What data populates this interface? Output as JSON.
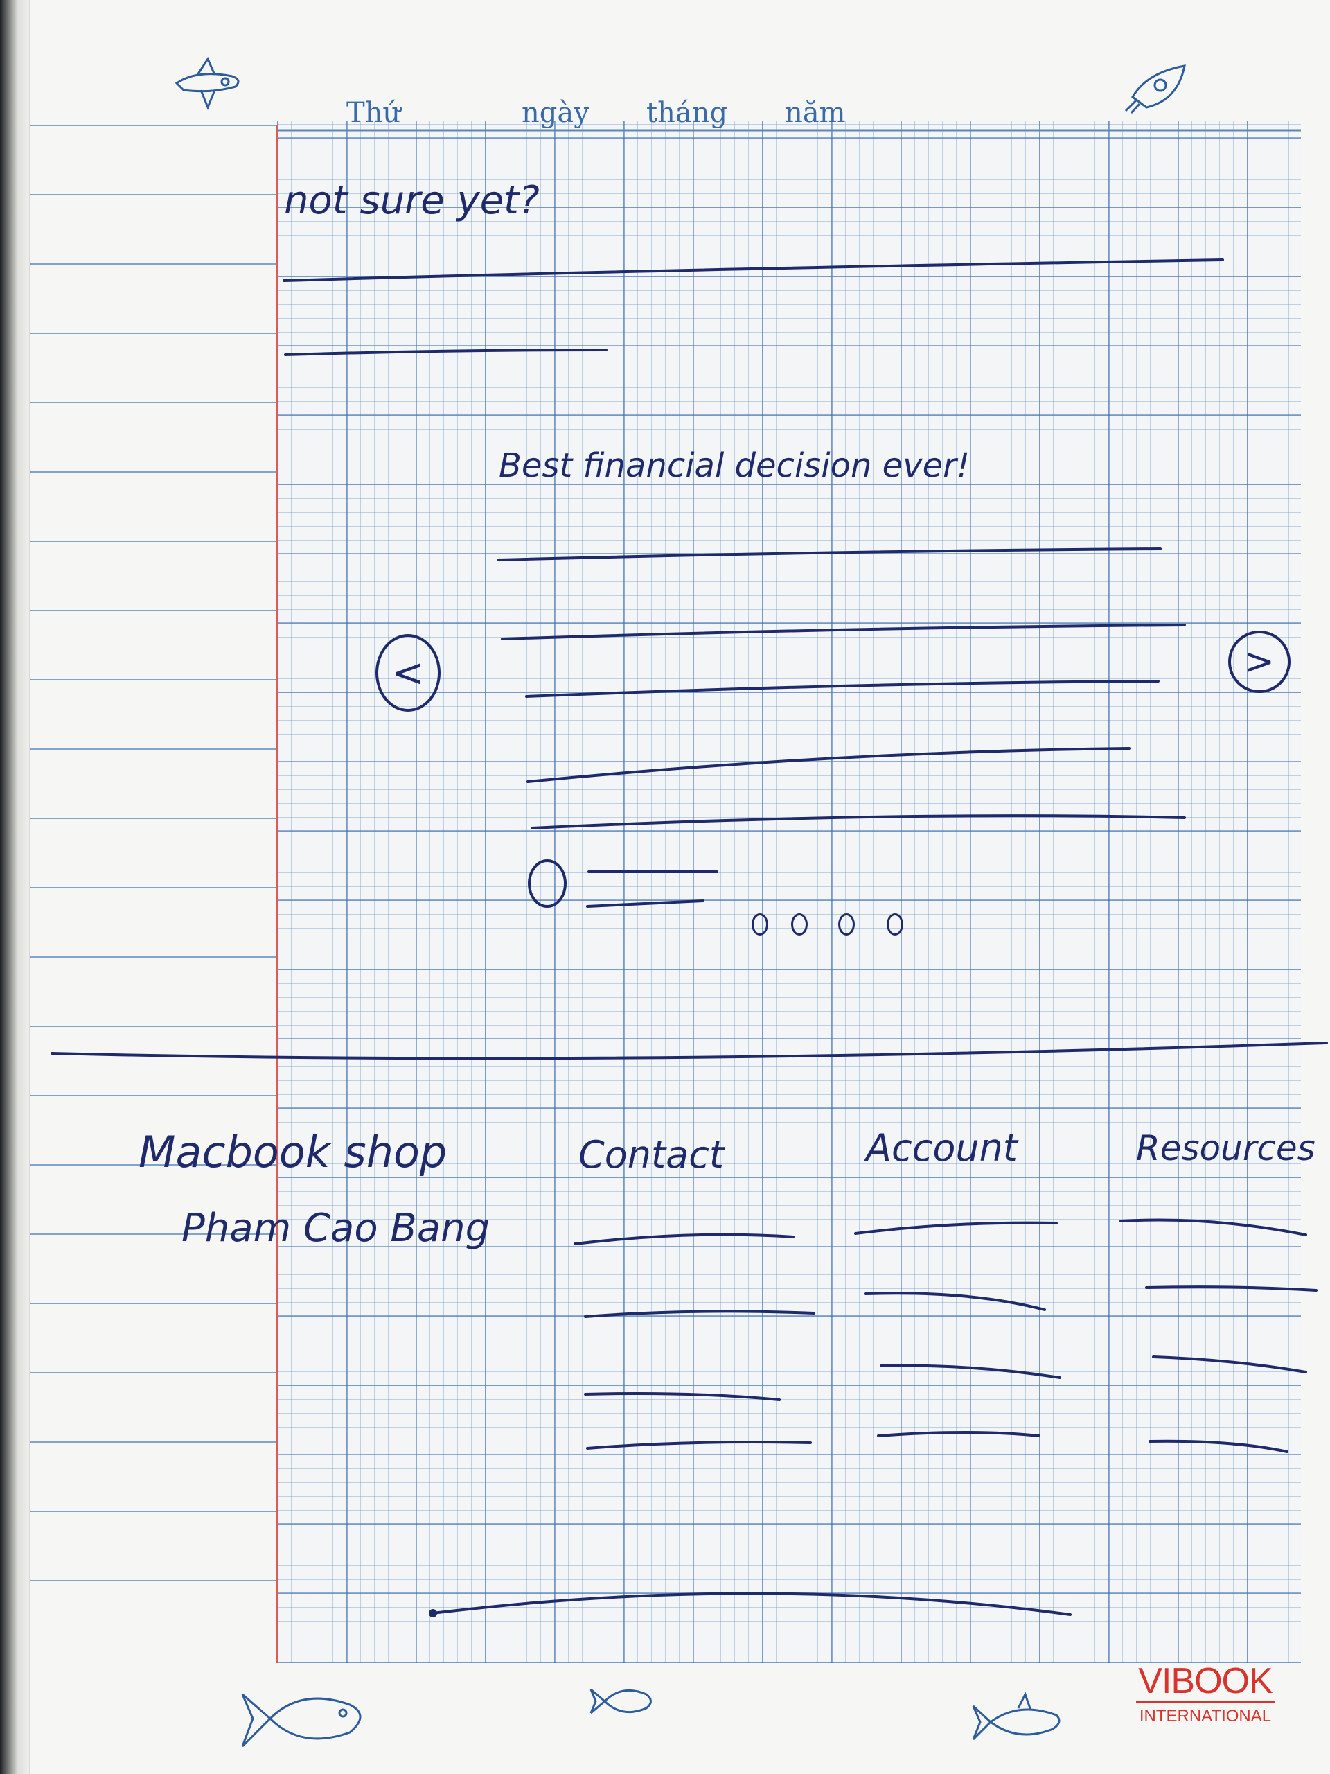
{
  "notebook": {
    "header": {
      "thu": "Thứ",
      "ngay": "ngày",
      "thang": "tháng",
      "nam": "năm"
    },
    "brand": {
      "name": "VIBOOK",
      "tagline": "INTERNATIONAL"
    },
    "colors": {
      "ink": "#1f2a6b",
      "grid": "#3c6eaf",
      "margin": "#e15a5a",
      "brand": "#d7342e"
    }
  },
  "wireframe": {
    "hero_heading": "not sure yet?",
    "testimonial": {
      "quote": "Best financial decision ever!",
      "prev_button": "<",
      "next_button": ">",
      "dots_count": 4
    },
    "footer": {
      "brand_line1": "Macbook shop",
      "brand_line2": "Pham Cao Bang",
      "columns": [
        {
          "title": "Contact"
        },
        {
          "title": "Account"
        },
        {
          "title": "Resources"
        }
      ]
    }
  }
}
